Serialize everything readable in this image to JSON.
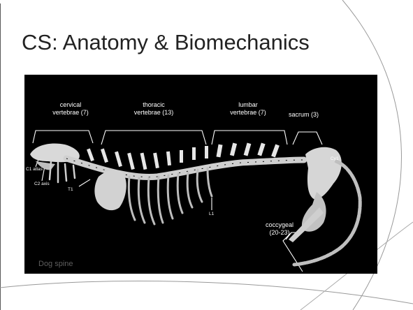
{
  "slide": {
    "title": "CS: Anatomy & Biomechanics"
  },
  "figure": {
    "caption": "Dog spine",
    "labels": {
      "cervical": {
        "line1": "cervical",
        "line2": "vertebrae (7)"
      },
      "thoracic": {
        "line1": "thoracic",
        "line2": "vertebrae (13)"
      },
      "lumbar": {
        "line1": "lumbar",
        "line2": "vertebrae (7)"
      },
      "sacrum": "sacrum (3)",
      "cy1": "Cy1",
      "c1_atlas": "C1 atlas",
      "c2_axis": "C2 axis",
      "t1": "T1",
      "l1": "L1",
      "coccygeal": {
        "line1": "coccygeal",
        "line2": "(20-23)"
      }
    }
  },
  "colors": {
    "figure_bg": "#000000",
    "bone": "#d8d8d8",
    "title": "#222222",
    "caption": "#5e5e5e"
  }
}
